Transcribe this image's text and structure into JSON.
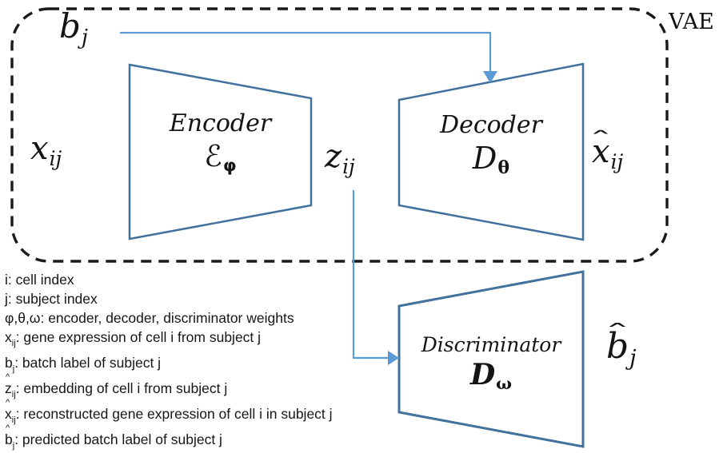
{
  "vae_label": "VAE",
  "colors": {
    "shape_stroke": "#41719c",
    "arrow": "#5b9bd5",
    "dash": "#1a1a1a"
  },
  "glyphs": {
    "hat": "ˆ",
    "caret": "^"
  },
  "blocks": {
    "encoder": {
      "title": "Encoder",
      "symbol": {
        "base": "ℰ",
        "sub": "φ"
      }
    },
    "decoder": {
      "title": "Decoder",
      "symbol": {
        "base": "D",
        "sub": "θ"
      }
    },
    "discriminator": {
      "title": "Discriminator",
      "symbol": {
        "base": "D",
        "sub": "ω"
      }
    }
  },
  "variables": {
    "b_in": {
      "base": "b",
      "sub": "j"
    },
    "x_in": {
      "base": "x",
      "sub": "ij"
    },
    "z_mid": {
      "base": "z",
      "sub": "ij"
    },
    "x_out": {
      "base": "x",
      "sub": "ij",
      "hat": true
    },
    "b_out": {
      "base": "b",
      "sub": "j",
      "hat": true
    }
  },
  "legend": [
    {
      "sym": "i",
      "desc": ": cell index"
    },
    {
      "sym": "j",
      "desc": ": subject index"
    },
    {
      "sym": "φ,θ,ω",
      "desc": ": encoder, decoder, discriminator weights"
    },
    {
      "sym": "x",
      "sub": "ij",
      "desc": ": gene expression of cell i from subject j"
    },
    {
      "sym": "b",
      "sub": "j",
      "desc": ": batch label of subject j"
    },
    {
      "sym": "z",
      "sub": "ij",
      "hat": true,
      "desc": ": embedding of cell i from subject j"
    },
    {
      "sym": "x",
      "sub": "ij",
      "hat": true,
      "desc": ": reconstructed gene expression of cell i in subject j"
    },
    {
      "sym": "b",
      "sub": "j",
      "hat": true,
      "desc": ": predicted batch label of subject j"
    }
  ]
}
